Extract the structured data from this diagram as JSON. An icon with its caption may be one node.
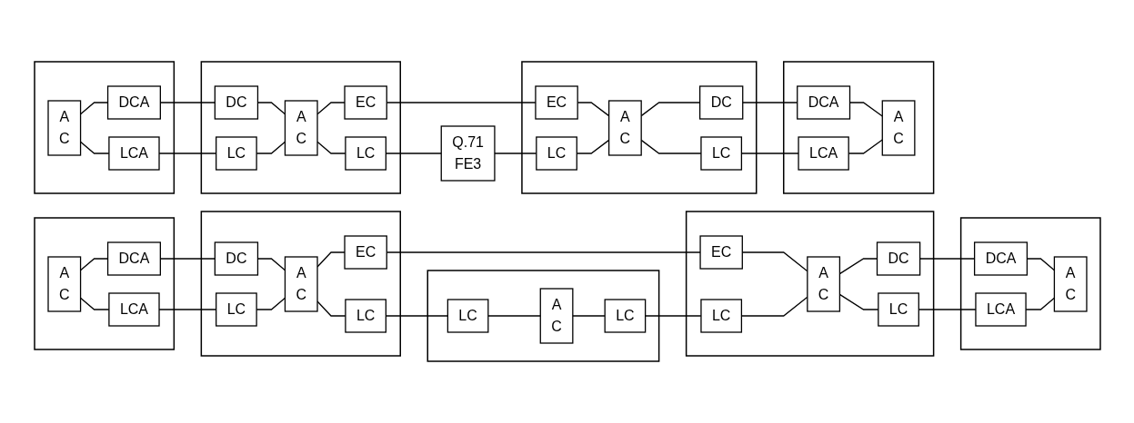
{
  "diagram": {
    "nodes": [
      {
        "text": [],
        "shape": "box"
      },
      {
        "text": [
          "A C"
        ],
        "in": 0
      },
      {
        "text": [
          "DCA"
        ],
        "in": 0
      },
      {
        "text": [
          "LCA"
        ],
        "in": 0
      },
      {
        "text": [],
        "shape": "box"
      },
      {
        "text": [
          "DC"
        ],
        "in": 4
      },
      {
        "text": [
          "A C"
        ],
        "in": 4
      },
      {
        "text": [
          "EC"
        ],
        "in": 4
      },
      {
        "text": [
          "LC"
        ],
        "in": 4
      },
      {
        "text": [
          "LC"
        ],
        "in": 4
      },
      {
        "text": [],
        "shape": "box"
      },
      {
        "text": [
          "LC"
        ],
        "in": 10
      },
      {
        "text": [
          "A C"
        ],
        "in": 10
      },
      {
        "text": [
          "LC"
        ],
        "in": 10
      },
      {
        "text": [],
        "shape": "box"
      },
      {
        "text": [
          "EC"
        ],
        "in": 14
      },
      {
        "text": [
          "A C"
        ],
        "in": 14
      },
      {
        "text": [
          "DC"
        ],
        "in": 14
      },
      {
        "text": [
          "LC"
        ],
        "in": 14
      },
      {
        "text": [
          "LC"
        ],
        "in": 14
      },
      {
        "text": [],
        "shape": "box"
      },
      {
        "text": [
          "DCA"
        ],
        "in": 20
      },
      {
        "text": [
          "A C"
        ],
        "in": 20
      },
      {
        "text": [
          "LCA"
        ],
        "in": 20
      },
      {
        "text": [],
        "shape": "box"
      },
      {
        "text": [
          "A C"
        ],
        "in": 24
      },
      {
        "text": [
          "DCA"
        ],
        "in": 24
      },
      {
        "text": [
          "LCA"
        ],
        "in": 24
      },
      {
        "text": [],
        "shape": "box"
      },
      {
        "text": [
          "DC"
        ],
        "in": 28
      },
      {
        "text": [
          "A C"
        ],
        "in": 28
      },
      {
        "text": [
          "EC"
        ],
        "in": 28
      },
      {
        "text": [
          "LC"
        ],
        "in": 28
      },
      {
        "text": [
          "LC"
        ],
        "in": 28
      },
      {
        "text": [
          "Q.71",
          "FE3"
        ]
      },
      {
        "text": [],
        "shape": "box"
      },
      {
        "text": [
          "EC"
        ],
        "in": 35
      },
      {
        "text": [
          "A C"
        ],
        "in": 35
      },
      {
        "text": [
          "DC"
        ],
        "in": 35
      },
      {
        "text": [
          "LC"
        ],
        "in": 35
      },
      {
        "text": [
          "LC"
        ],
        "in": 35
      },
      {
        "text": [],
        "shape": "box"
      },
      {
        "text": [
          "DCA"
        ],
        "in": 41
      },
      {
        "text": [
          "A C"
        ],
        "in": 41
      },
      {
        "text": [
          "LCA"
        ],
        "in": 41
      }
    ],
    "edges": [
      {
        "from": 1,
        "to": 2,
        "arrow": "none"
      },
      {
        "from": 1,
        "to": 3,
        "arrow": "none"
      },
      {
        "from": 2,
        "to": 5,
        "arrow": "none"
      },
      {
        "from": 3,
        "to": 8,
        "arrow": "none"
      },
      {
        "from": 5,
        "to": 6,
        "arrow": "none"
      },
      {
        "from": 6,
        "to": 7,
        "arrow": "none"
      },
      {
        "from": 8,
        "to": 6,
        "arrow": "none"
      },
      {
        "from": 6,
        "to": 9,
        "arrow": "none"
      },
      {
        "from": 7,
        "to": 15,
        "arrow": "none"
      },
      {
        "from": 9,
        "to": 11,
        "arrow": "none"
      },
      {
        "from": 11,
        "to": 12,
        "arrow": "none"
      },
      {
        "from": 12,
        "to": 13,
        "arrow": "none"
      },
      {
        "from": 13,
        "to": 18,
        "arrow": "none"
      },
      {
        "from": 15,
        "to": 16,
        "arrow": "none"
      },
      {
        "from": 16,
        "to": 17,
        "arrow": "none"
      },
      {
        "from": 18,
        "to": 16,
        "arrow": "none"
      },
      {
        "from": 16,
        "to": 19,
        "arrow": "none"
      },
      {
        "from": 17,
        "to": 21,
        "arrow": "none"
      },
      {
        "from": 19,
        "to": 23,
        "arrow": "none"
      },
      {
        "from": 21,
        "to": 22,
        "arrow": "none"
      },
      {
        "from": 23,
        "to": 22,
        "arrow": "none"
      },
      {
        "from": 25,
        "to": 26,
        "arrow": "none"
      },
      {
        "from": 25,
        "to": 27,
        "arrow": "none"
      },
      {
        "from": 26,
        "to": 29,
        "arrow": "none"
      },
      {
        "from": 27,
        "to": 32,
        "arrow": "none"
      },
      {
        "from": 29,
        "to": 30,
        "arrow": "none"
      },
      {
        "from": 30,
        "to": 31,
        "arrow": "none"
      },
      {
        "from": 32,
        "to": 30,
        "arrow": "none"
      },
      {
        "from": 30,
        "to": 33,
        "arrow": "none"
      },
      {
        "from": 31,
        "to": 36,
        "arrow": "none"
      },
      {
        "from": 33,
        "to": 34,
        "arrow": "none"
      },
      {
        "from": 34,
        "to": 39,
        "arrow": "none"
      },
      {
        "from": 36,
        "to": 37,
        "arrow": "none"
      },
      {
        "from": 37,
        "to": 38,
        "arrow": "none"
      },
      {
        "from": 39,
        "to": 37,
        "arrow": "none"
      },
      {
        "from": 37,
        "to": 40,
        "arrow": "none"
      },
      {
        "from": 38,
        "to": 42,
        "arrow": "none"
      },
      {
        "from": 40,
        "to": 44,
        "arrow": "none"
      },
      {
        "from": 42,
        "to": 43,
        "arrow": "none"
      },
      {
        "from": 44,
        "to": 43,
        "arrow": "none"
      }
    ]
  }
}
